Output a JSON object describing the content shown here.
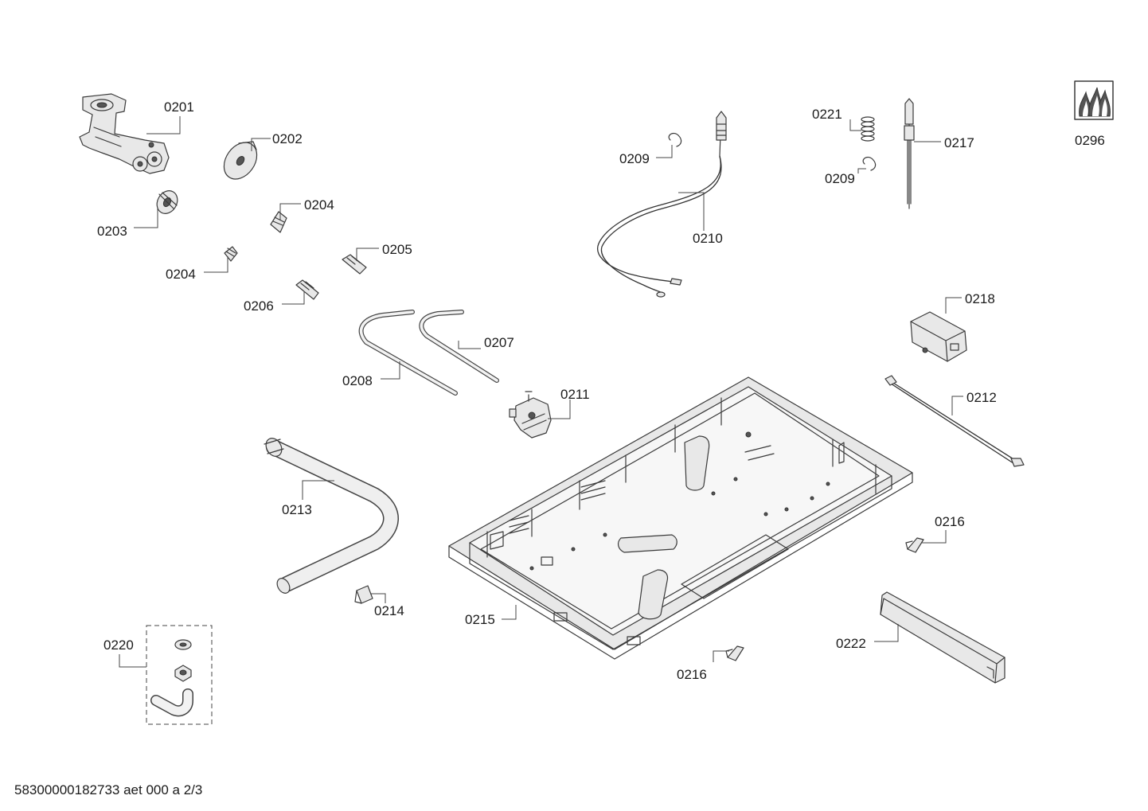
{
  "diagram": {
    "labels": {
      "p0201": "0201",
      "p0202": "0202",
      "p0203": "0203",
      "p0204a": "0204",
      "p0204b": "0204",
      "p0205": "0205",
      "p0206": "0206",
      "p0207": "0207",
      "p0208": "0208",
      "p0209a": "0209",
      "p0209b": "0209",
      "p0210": "0210",
      "p0211": "0211",
      "p0212": "0212",
      "p0213": "0213",
      "p0214": "0214",
      "p0215": "0215",
      "p0216a": "0216",
      "p0216b": "0216",
      "p0217": "0217",
      "p0218": "0218",
      "p0220": "0220",
      "p0221": "0221",
      "p0222": "0222",
      "p0296": "0296"
    },
    "footer": "58300000182733 aet 000 a 2/3"
  }
}
